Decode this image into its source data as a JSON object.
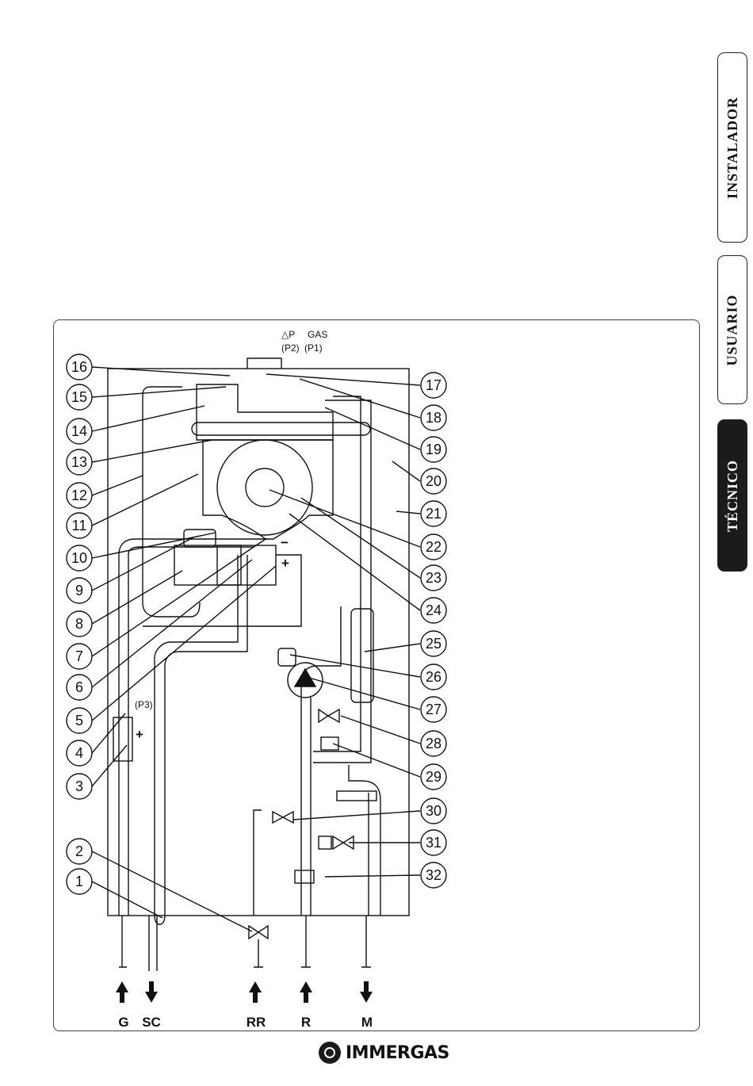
{
  "tabs": [
    {
      "label": "INSTALADOR",
      "active": false
    },
    {
      "label": "USUARIO",
      "active": false
    },
    {
      "label": "TÉCNICO",
      "active": true
    }
  ],
  "diagram": {
    "top_labels": {
      "delta_p": "△P",
      "gas": "GAS",
      "p2": "(P2)",
      "p1": "(P1)"
    },
    "p3_label": "(P3)",
    "sign_minus": "−",
    "sign_plus": "+",
    "callouts_left": [
      "16",
      "15",
      "14",
      "13",
      "12",
      "11",
      "10",
      "9",
      "8",
      "7",
      "6",
      "5",
      "4",
      "3",
      "2",
      "1"
    ],
    "callouts_right": [
      "17",
      "18",
      "19",
      "20",
      "21",
      "22",
      "23",
      "24",
      "25",
      "26",
      "27",
      "28",
      "29",
      "30",
      "31",
      "32"
    ],
    "connections": [
      "G",
      "SC",
      "RR",
      "R",
      "M"
    ]
  },
  "logo": {
    "text": "IMMERGAS"
  }
}
